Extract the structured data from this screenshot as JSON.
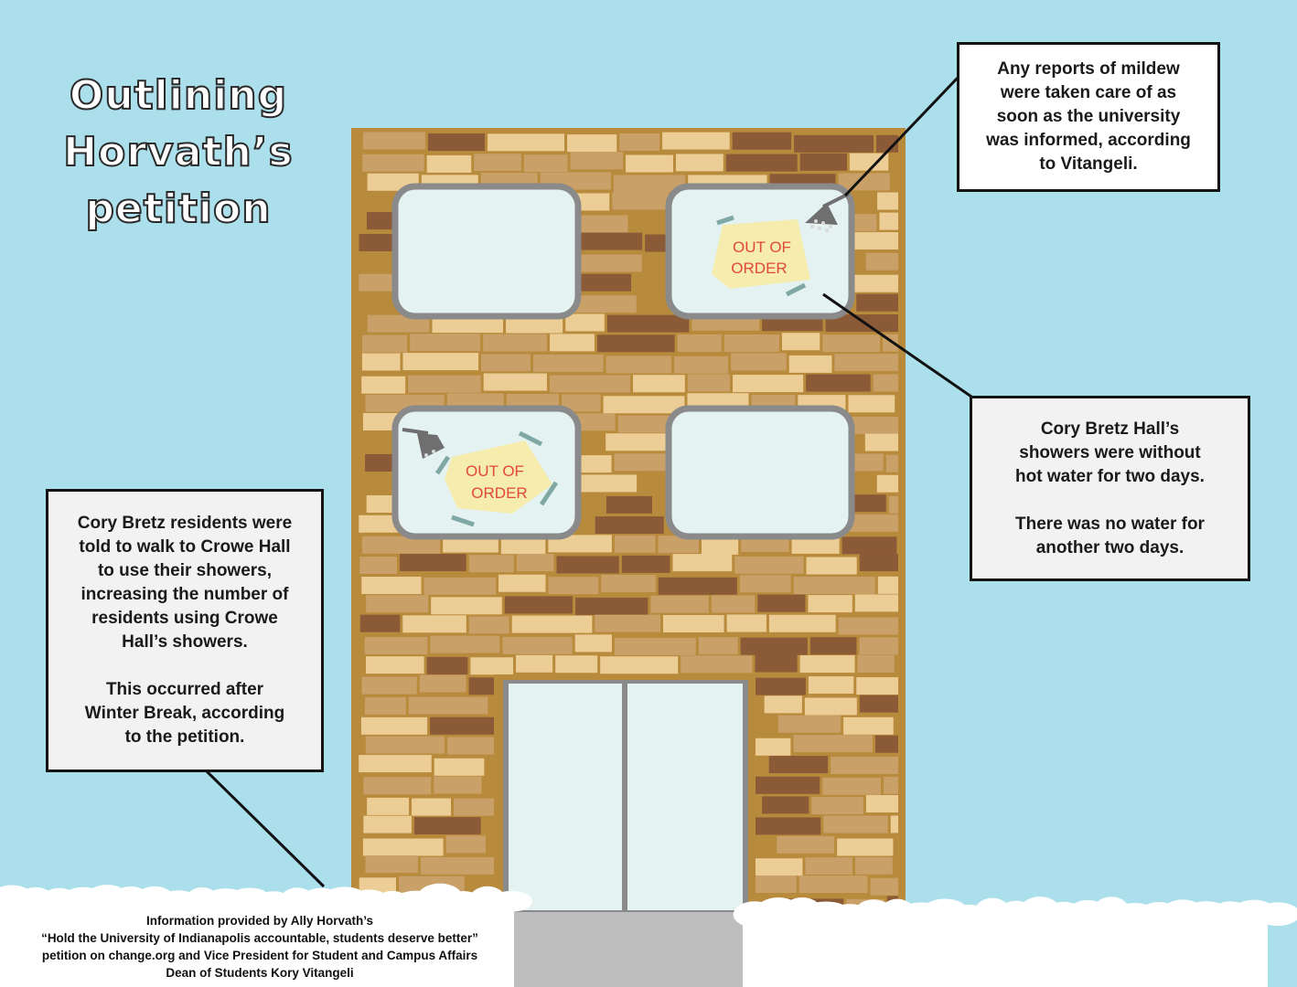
{
  "colors": {
    "sky": "#acdfec",
    "building_frame": "#b88a3c",
    "brick_dark": "#8b5a37",
    "brick_mid": "#c8a068",
    "brick_light": "#edcd96",
    "window_glass": "#e4f3f1",
    "window_frame": "#8a8a8a",
    "sign_paper": "#f5ecad",
    "sign_text": "#e2483a",
    "snow": "#ffffff"
  },
  "title": {
    "line1": "Outlining",
    "line2": "Horvath’s",
    "line3": "petition"
  },
  "windows": {
    "sign_top_right": {
      "line1": "OUT OF",
      "line2": "ORDER",
      "icon": "shower-head-icon"
    },
    "sign_mid_left": {
      "line1": "OUT OF",
      "line2": "ORDER",
      "icon": "shower-head-icon"
    }
  },
  "callouts": {
    "mildew": {
      "lines": [
        "Any reports of mildew",
        "were taken care of as",
        "soon as the university",
        "was informed, according",
        "to Vitangeli."
      ]
    },
    "hot_water": {
      "para1": [
        "Cory Bretz Hall’s",
        "showers were without",
        "hot water for two days."
      ],
      "para2": [
        "There was no water for",
        "another two days."
      ]
    },
    "crowe_hall": {
      "para1": [
        "Cory Bretz residents were",
        "told to walk to Crowe Hall",
        "to use their showers,",
        "increasing the number of",
        "residents using Crowe",
        "Hall’s showers."
      ],
      "para2": [
        "This occurred after",
        "Winter Break, according",
        "to the petition."
      ]
    }
  },
  "credits": {
    "line1": "Information provided by Ally Horvath’s",
    "line2": "“Hold the University of Indianapolis accountable, students deserve better”",
    "line3": "petition on change.org and Vice President for Student and Campus Affairs",
    "line4": "Dean of Students Kory Vitangeli"
  }
}
